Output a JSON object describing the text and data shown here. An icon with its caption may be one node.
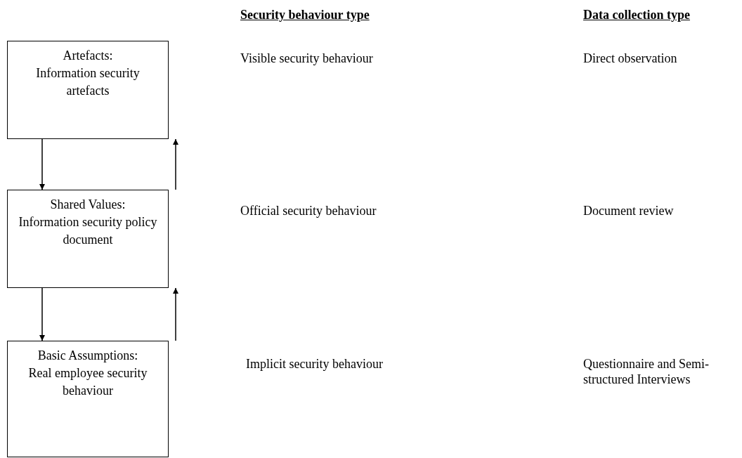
{
  "diagram": {
    "nodes": [
      {
        "text": [
          "Artefacts:",
          "Information security artefacts"
        ]
      },
      {
        "text": [
          "Shared Values:",
          "Information security policy document"
        ]
      },
      {
        "text": [
          "Basic Assumptions:",
          "Real employee security behaviour"
        ]
      }
    ],
    "edges": [
      {
        "from": 0,
        "to": 1,
        "arrow": "to"
      },
      {
        "from": 1,
        "to": 0,
        "arrow": "to"
      },
      {
        "from": 1,
        "to": 2,
        "arrow": "to"
      },
      {
        "from": 2,
        "to": 1,
        "arrow": "to"
      }
    ],
    "labels": [
      "Security behaviour type",
      "Data collection type",
      "Visible security behaviour",
      "Direct observation",
      "Official security behaviour",
      "Document review",
      "Implicit security behaviour",
      "Questionnaire and Semi-structured Interviews"
    ]
  }
}
